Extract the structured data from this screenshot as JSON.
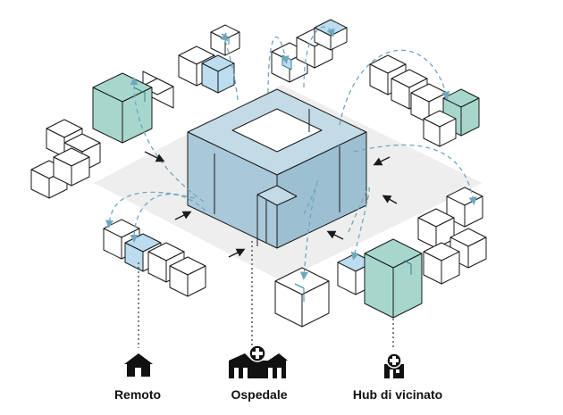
{
  "labels": {
    "remote": "Remoto",
    "hospital": "Ospedale",
    "hub": "Hub di vicinato"
  },
  "colors": {
    "hospital_fill": "#a9c8d9",
    "hospital_top": "#c3dbe7",
    "accent_blue": "#bcdcef",
    "hub_green": "#a7d7cc",
    "plaza": "#eeeeee",
    "line": "#1a1a1a",
    "dashed_link": "#6fa7bf"
  },
  "icons": [
    "house-icon",
    "hospital-icon",
    "clinic-icon",
    "arrow-icon"
  ]
}
